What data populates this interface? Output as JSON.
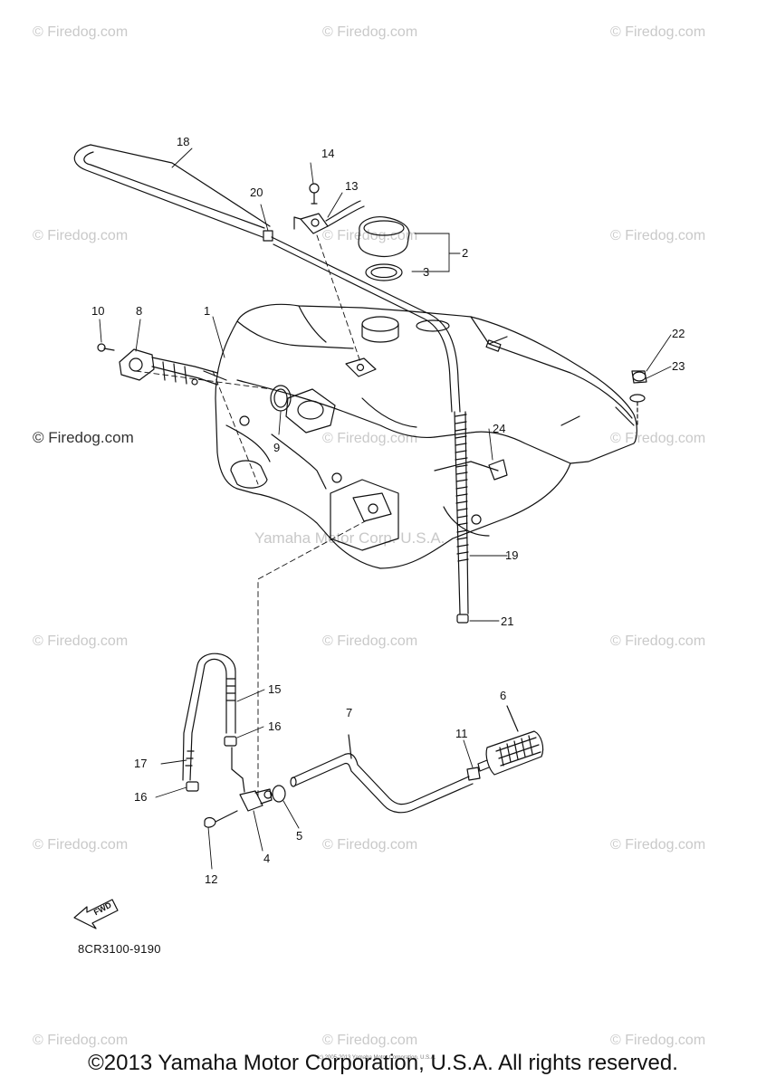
{
  "watermarks": {
    "firedog": "© Firedog.com",
    "center": "Yamaha Motor Corp. U.S.A."
  },
  "callouts": {
    "c1": "1",
    "c2": "2",
    "c3": "3",
    "c4": "4",
    "c5": "5",
    "c6": "6",
    "c7": "7",
    "c8": "8",
    "c9": "9",
    "c10": "10",
    "c11": "11",
    "c12": "12",
    "c13": "13",
    "c14": "14",
    "c15": "15",
    "c16a": "16",
    "c16b": "16",
    "c17": "17",
    "c18": "18",
    "c19": "19",
    "c20": "20",
    "c21": "21",
    "c22": "22",
    "c23": "23",
    "c24": "24"
  },
  "fwd_label": "FWD",
  "diagram_code": "8CR3100-9190",
  "copyright": "©2013 Yamaha Motor Corporation, U.S.A. All rights reserved.",
  "tiny_copyright": "(c) 2005-2013 Yamaha Motor Corporation, U.S.A."
}
